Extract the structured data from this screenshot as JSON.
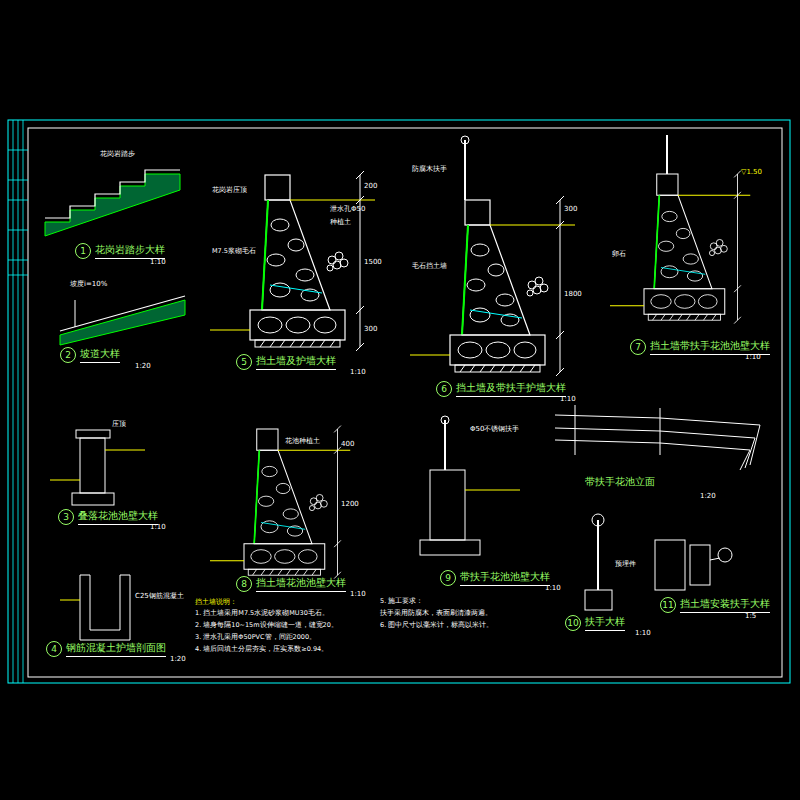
{
  "diagram": {
    "nodes": [
      {
        "text": [
          "1",
          "花岗岩踏步大样"
        ]
      },
      {
        "text": [
          "2",
          "坡道大样"
        ]
      },
      {
        "text": [
          "3",
          "叠落花池池壁大样"
        ]
      },
      {
        "text": [
          "4",
          "钢筋混凝土护墙剖面图"
        ]
      },
      {
        "text": [
          "5",
          "挡土墙及护墙大样"
        ]
      },
      {
        "text": [
          "6",
          "挡土墙及带扶手护墙大样"
        ]
      },
      {
        "text": [
          "7",
          "挡土墙带扶手花池池壁大样"
        ]
      },
      {
        "text": [
          "8",
          "挡土墙花池池壁大样"
        ]
      },
      {
        "text": [
          "9",
          "带扶手花池池壁大样"
        ]
      },
      {
        "text": [
          "10",
          "扶手大样"
        ]
      },
      {
        "text": [
          "11",
          "挡土墙安装扶手大样"
        ]
      }
    ],
    "labels": [
      "1:10",
      "1:20",
      "1:10",
      "1:20",
      "1:10",
      "1:10",
      "1:10",
      "1:10",
      "1:10",
      "带扶手花池立面",
      "1:20",
      "1:10",
      "1:5",
      "花岗岩压顶",
      "M7.5浆砌毛石",
      "泄水孔Φ50",
      "种植土",
      "200",
      "1500",
      "300",
      "防腐木扶手",
      "毛石挡土墙",
      "300",
      "1800",
      "花池种植土",
      "400",
      "1200",
      "▽1.50",
      "卵石",
      "Φ50不锈钢扶手",
      "预埋件",
      "压顶",
      "花岗岩踏步",
      "坡度i=10%",
      "C25钢筋混凝土",
      "挡土墙说明：",
      "1. 挡土墙采用M7.5水泥砂浆砌MU30毛石。",
      "2. 墙身每隔10~15m设伸缩缝一道，缝宽20。",
      "3. 泄水孔采用Φ50PVC管，间距2000。",
      "4. 墙后回填土分层夯实，压实系数≥0.94。",
      "5. 施工要求：",
      "扶手采用防腐木，表面刷清漆两遍。",
      "6. 图中尺寸以毫米计，标高以米计。"
    ]
  }
}
